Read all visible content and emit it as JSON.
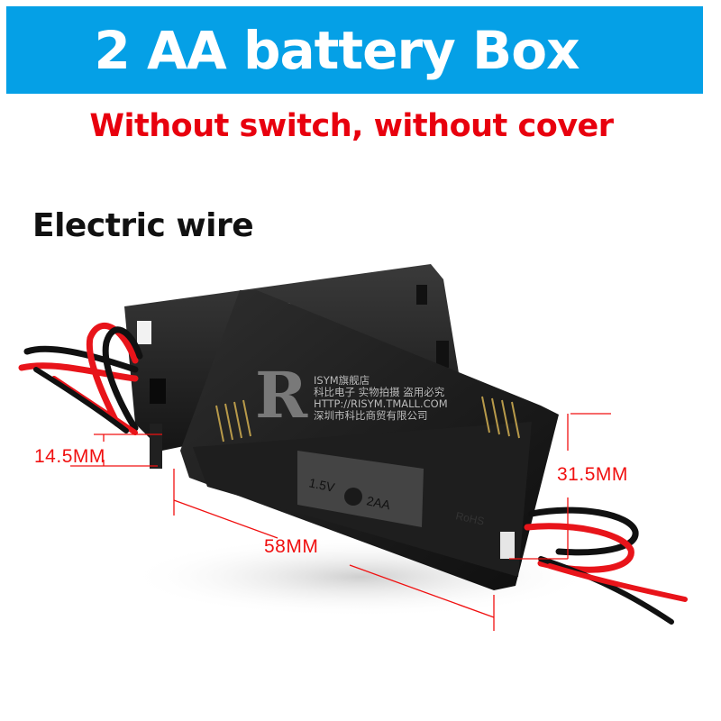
{
  "header": {
    "title": "2 AA battery Box",
    "banner_color": "#05a0e6"
  },
  "subtitle": {
    "text": "Without switch, without cover",
    "color": "#e8000e"
  },
  "feature_label": "Electric wire",
  "product_photo": {
    "description": "Black plastic 2xAA battery holder with red and black lead wires",
    "molded_text": {
      "voltage": "1.5V",
      "size": "2AA",
      "compliance": "RoHS"
    }
  },
  "dimensions": {
    "height": "14.5MM",
    "width": "31.5MM",
    "length": "58MM",
    "color": "#f01010"
  },
  "watermark": {
    "logo": "R",
    "lines": [
      "ISYM旗舰店",
      "科比电子 实物拍摄 盗用必究",
      "HTTP://RISYM.TMALL.COM",
      "深圳市科比商贸有限公司"
    ]
  }
}
